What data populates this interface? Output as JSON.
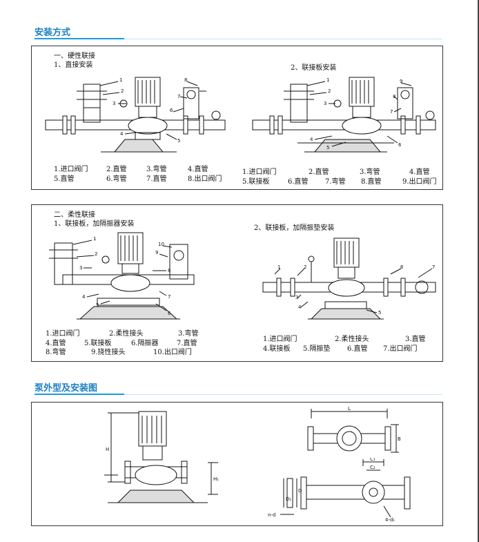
{
  "section1": {
    "title": "安装方式",
    "rigid": {
      "heading": "一、硬性联接",
      "direct_label": "1、直接安装",
      "plate_label": "2、联接板安装",
      "legend_direct": [
        [
          "1.进口阀门",
          "2.直管",
          "3.弯管",
          "4.直管"
        ],
        [
          "5.直管",
          "6.弯管",
          "7.直管",
          "8.出口阀门"
        ]
      ],
      "legend_plate": [
        [
          "1.进口阀门",
          "2.直管",
          "3.弯管",
          "4.直管"
        ],
        [
          "5.联接板",
          "6.直管",
          "7.弯管",
          "8.直管",
          "9.出口阀门"
        ]
      ],
      "callouts_direct": [
        "1",
        "2",
        "3",
        "4",
        "5",
        "6",
        "7",
        "8"
      ],
      "callouts_plate": [
        "1",
        "2",
        "3",
        "4",
        "5",
        "6",
        "7",
        "8",
        "9"
      ]
    },
    "flexible": {
      "heading": "二、柔性联接",
      "plate_isolator_label": "1、联接板，加隔振器安装",
      "plate_pad_label": "2、联接板，加隔振垫安装",
      "legend_isolator": [
        [
          "1.进口阀门",
          "2.柔性接头",
          "3.弯管"
        ],
        [
          "4.直管",
          "5.联接板",
          "6.隔振器",
          "7.直管"
        ],
        [
          "8.弯管",
          "9.挠性接头",
          "10.出口阀门"
        ]
      ],
      "legend_pad": [
        [
          "1.进口阀门",
          "2.柔性接头",
          "3.直管"
        ],
        [
          "4.联接板",
          "5.隔振垫",
          "6.直管",
          "7.出口阀门"
        ]
      ],
      "callouts_isolator": [
        "1",
        "2",
        "3",
        "4",
        "5",
        "6",
        "7",
        "8",
        "9",
        "10"
      ],
      "callouts_pad": [
        "1",
        "2",
        "3",
        "4",
        "5",
        "6",
        "7"
      ]
    }
  },
  "section2": {
    "title": "泵外型及安装图",
    "dims_side": [
      "H",
      "H₁"
    ],
    "dims_top": [
      "L",
      "B"
    ],
    "dims_bottom": [
      "C₁",
      "C₂",
      "D",
      "D₁",
      "n-d",
      "4-d₁"
    ]
  },
  "colors": {
    "accent": "#1a7fc4",
    "rule": "#1a9be0",
    "line": "#111111"
  }
}
